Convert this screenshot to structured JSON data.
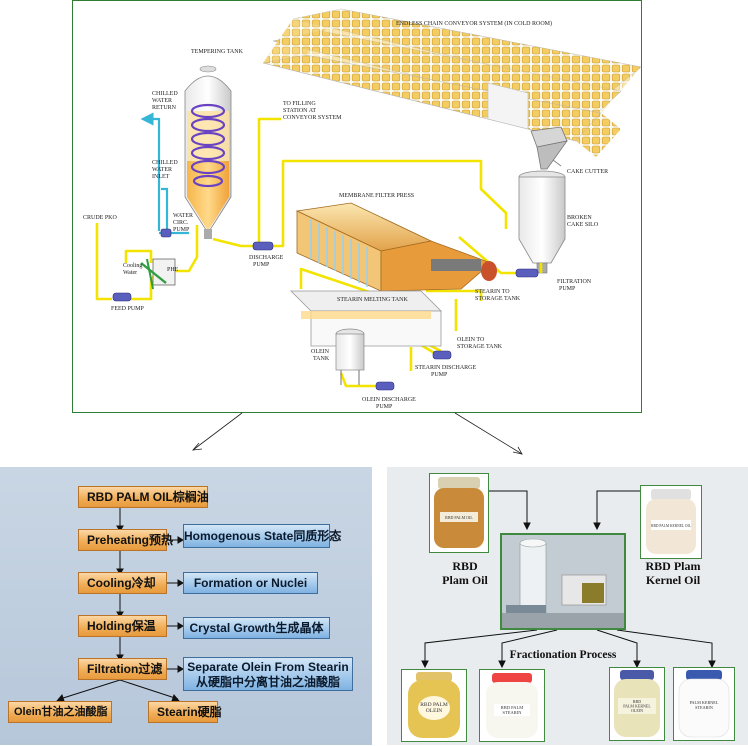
{
  "plant": {
    "conveyor": "ENDLESS CHAIN CONVEYOR SYSTEM (IN COLD ROOM)",
    "tempering_tank": "TEMPERING TANK",
    "chilled_return": [
      "CHILLED",
      "WATER",
      "RETURN"
    ],
    "chilled_inlet": [
      "CHILLED",
      "WATER",
      "INLET"
    ],
    "water_circ_pump": [
      "WATER",
      "CIRC.",
      "PUMP"
    ],
    "crude_pko": "CRUDE PKO",
    "cooling_water": [
      "Cooling",
      "Water"
    ],
    "phe": "PHE",
    "feed_pump": "FEED PUMP",
    "filling_station": [
      "TO FILLING",
      "STATION AT",
      "CONVEYOR SYSTEM"
    ],
    "discharge_pump": [
      "DISCHARGE",
      "PUMP"
    ],
    "membrane_filter_press": "MEMBRANE FILTER PRESS",
    "cake_cutter": "CAKE CUTTER",
    "broken_cake_silo": [
      "BROKEN",
      "CAKE SILO"
    ],
    "filtration_pump": [
      "FILTRATION",
      "PUMP"
    ],
    "stearin_storage": [
      "STEARIN TO",
      "STORAGE TANK"
    ],
    "stearin_melting_tank": "STEARIN MELTING TANK",
    "olein_storage": [
      "OLEIN TO",
      "STORAGE TANK"
    ],
    "olein_tank": [
      "OLEIN",
      "TANK"
    ],
    "stearin_discharge_pump": [
      "STEARIN DISCHARGE",
      "PUMP"
    ],
    "olein_discharge_pump": [
      "OLEIN DISCHARGE",
      "PUMP"
    ]
  },
  "flow": {
    "rbd": "RBD PALM OIL棕榈油",
    "preheating": "Preheating预热",
    "cooling": "Cooling冷却",
    "holding": "Holding保温",
    "filtration": "Filtration过滤",
    "olein": "Olein甘油之油酸脂",
    "stearin": "Stearin硬脂",
    "homogenous": "Homogenous State同质形态",
    "formation": "Formation or Nuclei",
    "crystal": "Crystal Growth生成晶体",
    "separate1": "Separate Olein From Stearin",
    "separate2": "从硬脂中分离甘油之油酸脂"
  },
  "products": {
    "left_label": [
      "RBD",
      "Plam Oil"
    ],
    "right_label": [
      "RBD Plam",
      "Kernel Oil"
    ],
    "process": "Fractionation Process",
    "jar_rbd_palm": "RBD PALM OIL",
    "jar_rbd_kernel": "RBD PALM KERNEL OIL",
    "jar_olein": [
      "RBD PALM",
      "OLEIN"
    ],
    "jar_stearin": [
      "RBD PALM",
      "STEARIN"
    ],
    "jar_pk_olein": [
      "RBD",
      "PALM KERNEL",
      "OLEIN"
    ],
    "jar_pk_stearin": [
      "PALM KERNEL",
      "STEARIN"
    ]
  },
  "colors": {
    "pipe": "#f2e400",
    "flow_bg": "#c3d1e1",
    "panel_border": "#2e7d32"
  }
}
